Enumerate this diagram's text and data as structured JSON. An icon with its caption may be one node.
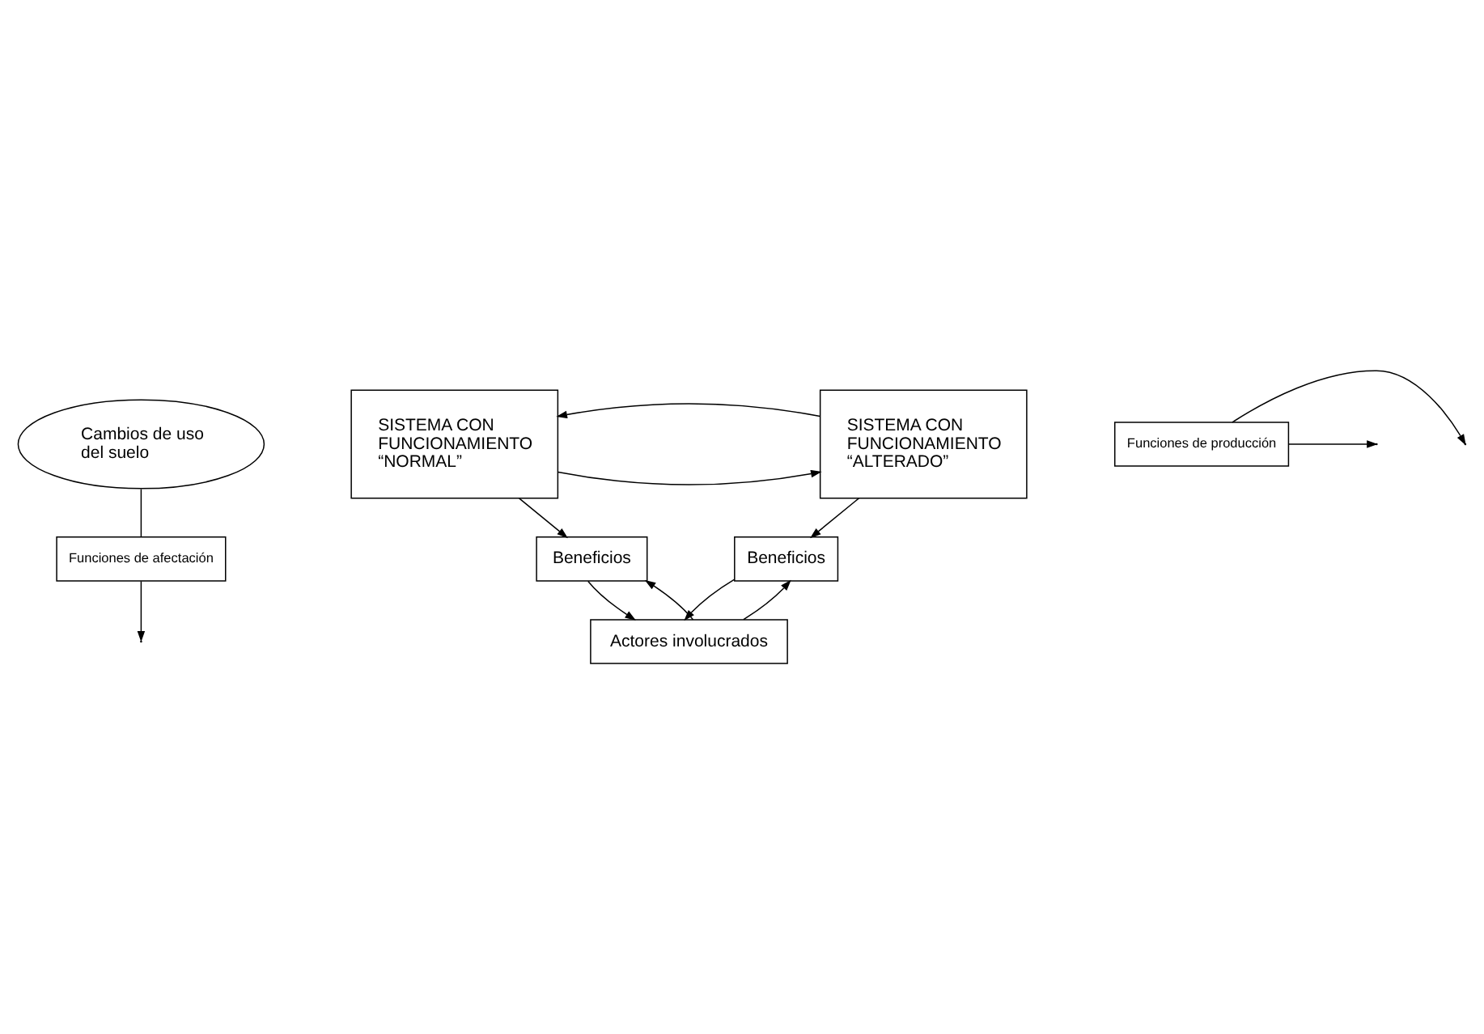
{
  "diagram": {
    "nodes": [
      {
        "text": [
          "Cambios de uso del suelo"
        ]
      },
      {
        "text": [
          "Funciones de afectación"
        ]
      },
      {
        "text": [
          "SISTEMA CON FUNCIONAMIENTO “NORMAL”"
        ]
      },
      {
        "text": [
          "SISTEMA CON FUNCIONAMIENTO “ALTERADO”"
        ]
      },
      {
        "text": [
          "Funciones de producción"
        ]
      },
      {
        "text": [
          "Beneficios"
        ]
      },
      {
        "text": [
          "Beneficios"
        ]
      },
      {
        "text": [
          "Actores involucrados"
        ]
      }
    ],
    "edges": [
      {
        "from": 0,
        "to": 1,
        "arrow": "none"
      },
      {
        "from": 1,
        "to": null,
        "arrow": "to"
      },
      {
        "from": 2,
        "to": 3,
        "arrow": "to"
      },
      {
        "from": 3,
        "to": 2,
        "arrow": "to"
      },
      {
        "from": 2,
        "to": 5,
        "arrow": "to"
      },
      {
        "from": 3,
        "to": 6,
        "arrow": "to"
      },
      {
        "from": 4,
        "to": null,
        "arrow": "to"
      },
      {
        "from": 4,
        "to": null,
        "arrow": "to"
      },
      {
        "from": 5,
        "to": 7,
        "arrow": "to"
      },
      {
        "from": 7,
        "to": 5,
        "arrow": "to"
      },
      {
        "from": 6,
        "to": 7,
        "arrow": "to"
      },
      {
        "from": 7,
        "to": 6,
        "arrow": "to"
      }
    ]
  }
}
